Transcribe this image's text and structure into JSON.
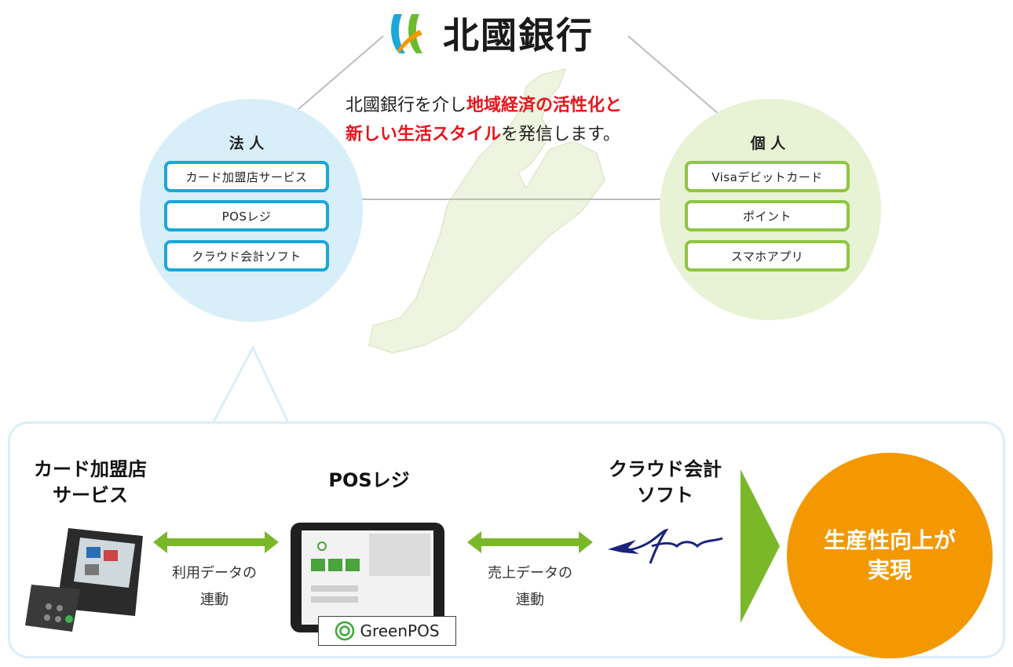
{
  "logo": {
    "name": "北國銀行",
    "mark_colors": [
      "#1aa7d9",
      "#6cbb2d",
      "#f39800"
    ]
  },
  "tagline": {
    "line1_prefix": "北國銀行を介し",
    "line1_highlight": "地域経済の活性化と",
    "line2_highlight": "新しい生活スタイル",
    "line2_suffix": "を発信します。"
  },
  "corporate": {
    "title": "法 人",
    "items": [
      "カード加盟店サービス",
      "POSレジ",
      "クラウド会計ソフト"
    ]
  },
  "personal": {
    "title": "個 人",
    "items": [
      "Visaデビットカード",
      "ポイント",
      "スマホアプリ"
    ]
  },
  "flow": {
    "card_service": {
      "line1": "カード加盟店",
      "line2": "サービス"
    },
    "pos": {
      "label": "POSレジ",
      "product": "GreenPOS"
    },
    "accounting": {
      "line1": "クラウド会計",
      "line2": "ソフト",
      "product": "freee"
    },
    "link1": {
      "line1": "利用データの",
      "line2": "連動"
    },
    "link2": {
      "line1": "売上データの",
      "line2": "連動"
    },
    "outcome": {
      "line1": "生産性向上が",
      "line2": "実現"
    }
  },
  "colors": {
    "accent_blue": "#1aa7d9",
    "accent_green": "#8fc641",
    "arrow_green": "#7ab82a",
    "highlight_red": "#e8141c",
    "outcome_orange": "#f39800",
    "corp_circle": "#d8eef8",
    "pers_circle": "#e8f2d4"
  }
}
